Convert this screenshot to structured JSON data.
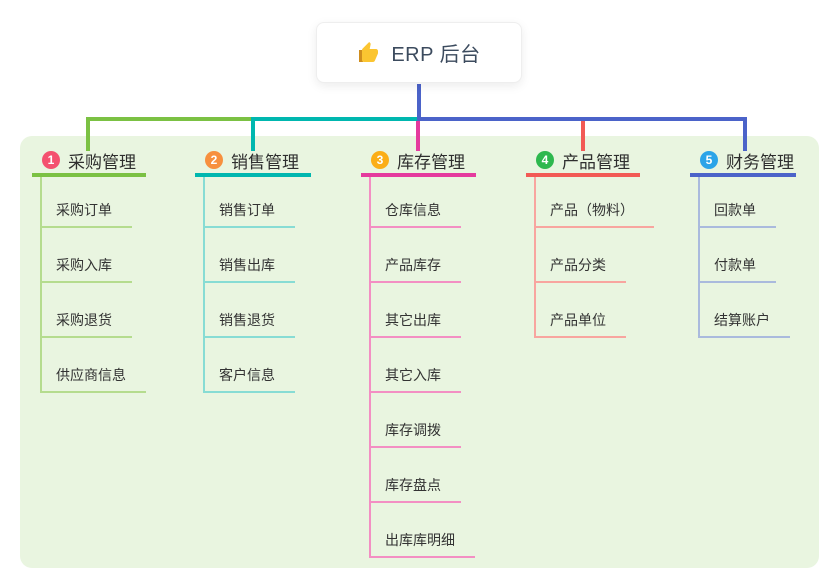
{
  "root": {
    "label": "ERP 后台",
    "icon": "thumbs-up-icon"
  },
  "theme": {
    "panel_bg": "#e9f5e0",
    "trunk_color": "#4b63c9",
    "root_text_color": "#3c4b5e",
    "icon_color": "#fbc531",
    "icon_shadow_color": "#cf8d1e"
  },
  "branches": [
    {
      "index": "1",
      "label": "采购管理",
      "badge_color": "#f4516f",
      "line_color": "#7bc143",
      "child_line_color": "#b5dc8e",
      "children": [
        "采购订单",
        "采购入库",
        "采购退货",
        "供应商信息"
      ]
    },
    {
      "index": "2",
      "label": "销售管理",
      "badge_color": "#f7903e",
      "line_color": "#00b7af",
      "child_line_color": "#87dcd4",
      "children": [
        "销售订单",
        "销售出库",
        "销售退货",
        "客户信息"
      ]
    },
    {
      "index": "3",
      "label": "库存管理",
      "badge_color": "#fbae17",
      "line_color": "#e53a9e",
      "child_line_color": "#f38fc3",
      "children": [
        "仓库信息",
        "产品库存",
        "其它出库",
        "其它入库",
        "库存调拨",
        "库存盘点",
        "出库库明细"
      ]
    },
    {
      "index": "4",
      "label": "产品管理",
      "badge_color": "#2eb84e",
      "line_color": "#f25a55",
      "child_line_color": "#f8a59f",
      "children": [
        "产品（物料）",
        "产品分类",
        "产品单位"
      ]
    },
    {
      "index": "5",
      "label": "财务管理",
      "badge_color": "#2ba4e8",
      "line_color": "#4b63c9",
      "child_line_color": "#aabadd",
      "children": [
        "回款单",
        "付款单",
        "结算账户"
      ]
    }
  ]
}
